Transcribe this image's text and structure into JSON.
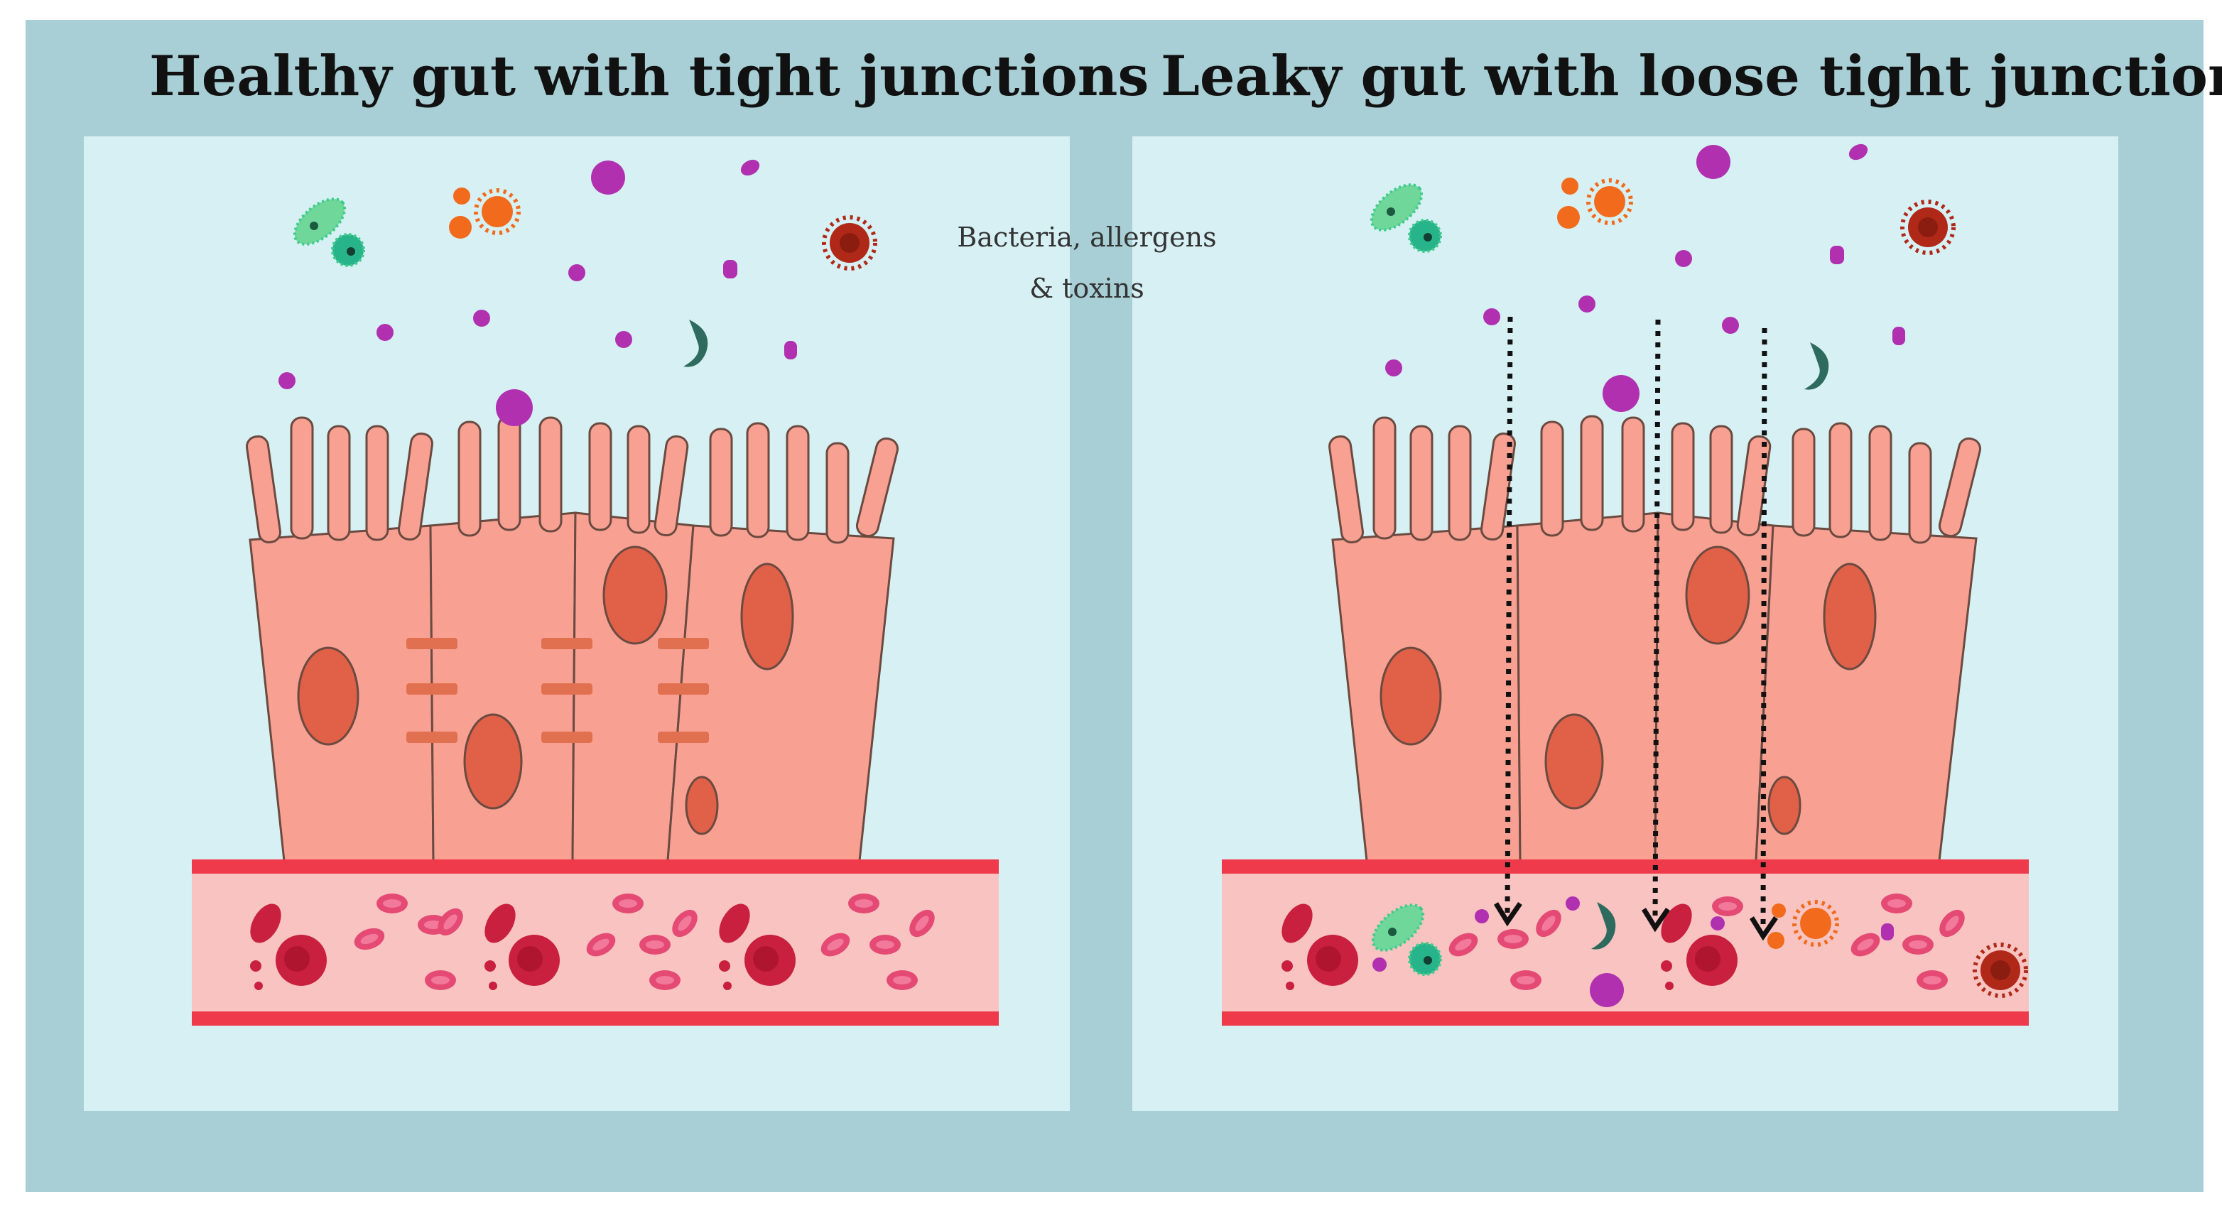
{
  "titles": {
    "left": "Healthy gut with tight junctions",
    "right": "Leaky gut with loose tight junctions"
  },
  "caption": {
    "line1": "Bacteria, allergens",
    "line2": "& toxins"
  },
  "colors": {
    "frame": "#a8cfd5",
    "panel": "#d6f0f4",
    "cell": "#f8a193",
    "nucleus": "#e06048",
    "junction": "#e0704f",
    "vessel_wall": "#ee3a4a",
    "vessel_fill": "#f8c3c0",
    "red_cell": "#c8203e",
    "particle": "#b030b0",
    "bacteria_green": "#3ccb8a",
    "virus_orange": "#f26a1b",
    "virus_red": "#b02818",
    "bacteria_dark": "#2f6a5e"
  }
}
